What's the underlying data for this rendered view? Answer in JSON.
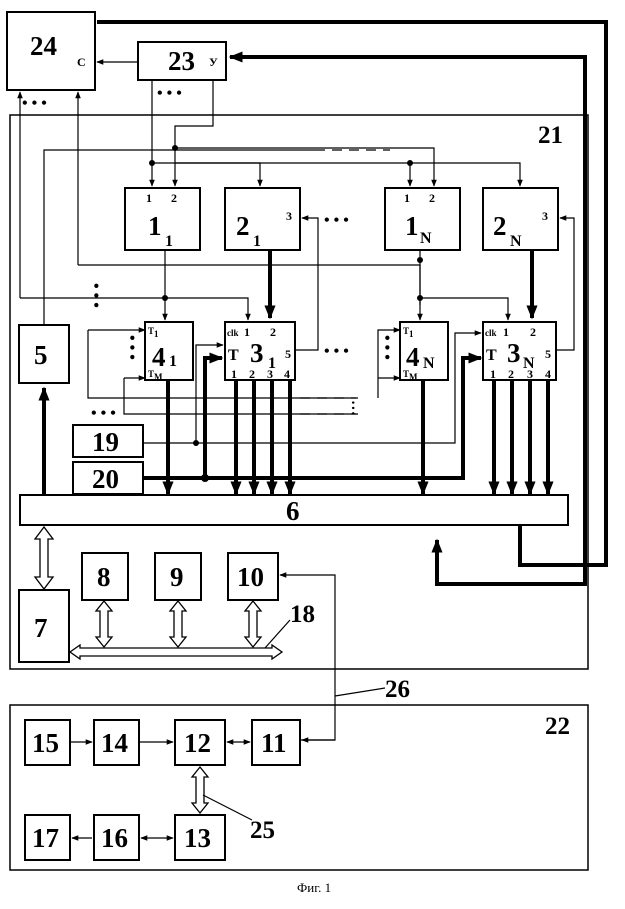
{
  "blocks": {
    "b24": {
      "num": "24",
      "pin_c": "С"
    },
    "b23": {
      "num": "23",
      "pin_u": "У"
    },
    "b1_1": {
      "num": "1",
      "sub": "1",
      "pins": [
        "1",
        "2"
      ]
    },
    "b2_1": {
      "num": "2",
      "sub": "1",
      "pin3": "3"
    },
    "b1_N": {
      "num": "1",
      "sub": "N",
      "pins": [
        "1",
        "2"
      ]
    },
    "b2_N": {
      "num": "2",
      "sub": "N",
      "pin3": "3"
    },
    "b4_1": {
      "num": "4",
      "sub": "1",
      "t1": "T",
      "t1_sub": "1",
      "tm": "T",
      "tm_sub": "M"
    },
    "b3_1": {
      "num": "3",
      "sub": "1",
      "clk": "clk",
      "T": "T",
      "pins_top": [
        "1",
        "2"
      ],
      "pin5": "5",
      "pins_bottom": [
        "1",
        "2",
        "3",
        "4"
      ]
    },
    "b4_N": {
      "num": "4",
      "sub": "N",
      "t1": "T",
      "t1_sub": "1",
      "tm": "T",
      "tm_sub": "M"
    },
    "b3_N": {
      "num": "3",
      "sub": "N",
      "clk": "clk",
      "T": "T",
      "pins_top": [
        "1",
        "2"
      ],
      "pin5": "5",
      "pins_bottom": [
        "1",
        "2",
        "3",
        "4"
      ]
    },
    "b5": {
      "num": "5"
    },
    "b6": {
      "num": "6"
    },
    "b7": {
      "num": "7"
    },
    "b8": {
      "num": "8"
    },
    "b9": {
      "num": "9"
    },
    "b10": {
      "num": "10"
    },
    "b11": {
      "num": "11"
    },
    "b12": {
      "num": "12"
    },
    "b13": {
      "num": "13"
    },
    "b14": {
      "num": "14"
    },
    "b15": {
      "num": "15"
    },
    "b16": {
      "num": "16"
    },
    "b17": {
      "num": "17"
    },
    "b19": {
      "num": "19"
    },
    "b20": {
      "num": "20"
    }
  },
  "refs": {
    "r21": "21",
    "r22": "22",
    "r18": "18",
    "r25": "25",
    "r26": "26"
  },
  "ellipsis": "• • •",
  "caption": "Фиг. 1"
}
